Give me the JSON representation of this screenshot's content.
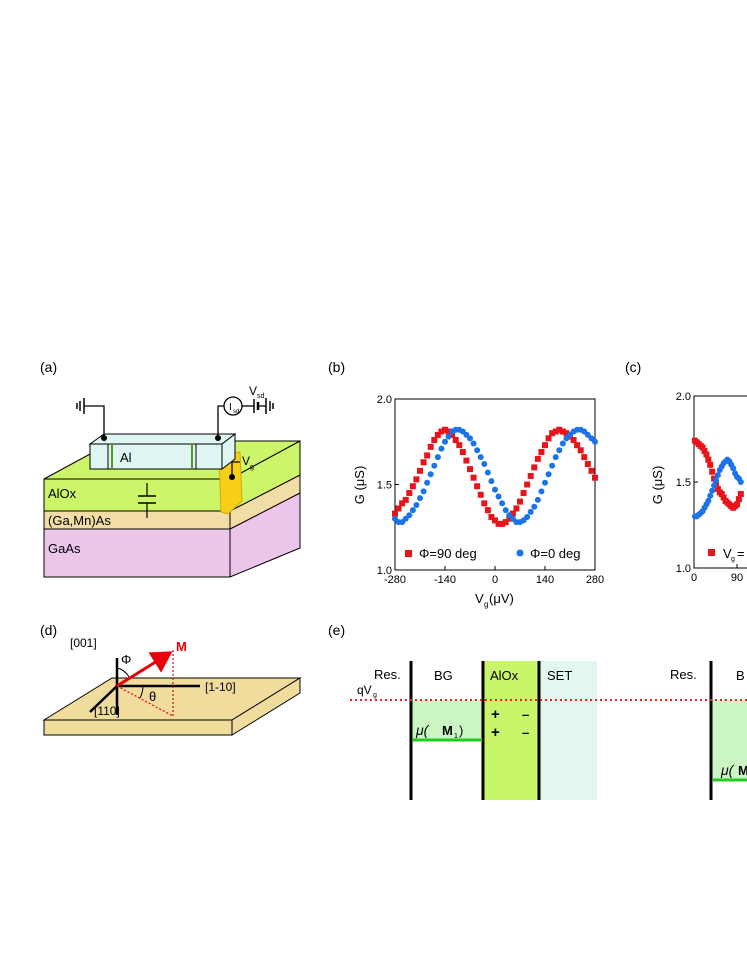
{
  "panels": {
    "a": {
      "label": "(a)",
      "vsd": "V",
      "vsd_sub": "sd",
      "isd": "I",
      "isd_sub": "sd",
      "vg": "V",
      "vg_sub": "g",
      "al": "Al",
      "layers": [
        "AlOx",
        "(Ga,Mn)As",
        "GaAs"
      ],
      "colors": {
        "alox": "#ccf56a",
        "gamnas": "#f3dda6",
        "gaas": "#ebc6ea",
        "al": "#dff5f1",
        "gate": "#f7cf18"
      }
    },
    "b": {
      "label": "(b)",
      "legend_red": "Φ=90 deg",
      "legend_blue": "Φ=0 deg"
    },
    "c": {
      "label": "(c)",
      "legend_red": "V",
      "legend_red_sub": "g",
      "legend_red_rest": "="
    },
    "d": {
      "label": "(d)",
      "axis_001": "[001]",
      "axis_110": "[110]",
      "axis_1m10": "[1-10]",
      "phi": "Φ",
      "theta": "θ",
      "m": "M",
      "colors": {
        "plate": "#f0dc9c",
        "arrow": "#e8000b"
      }
    },
    "e": {
      "label": "(e)",
      "res": "Res.",
      "bg": "BG",
      "alox": "AlOx",
      "set": "SET",
      "res2": "Res.",
      "bg2": "B",
      "qvg": "qV",
      "qvg_sub": "g",
      "mu": "μ(",
      "mu_m": "M",
      "mu_sub1": "1",
      "mu_close": ")",
      "mu2": "μ(",
      "mu2_m": "M",
      "plus": "+",
      "minus": "–",
      "colors": {
        "alox": "#c8f56a",
        "set": "#e4f7ef",
        "bg_fill": "#ccf5c4",
        "level": "#22cc22",
        "qvg_line": "#ee2222"
      }
    }
  },
  "chart_data": [
    {
      "type": "scatter",
      "panel": "b",
      "xlabel": "V",
      "xlabel_sub": "g",
      "xlabel_unit": " (μV)",
      "ylabel": "G (μS)",
      "xlim": [
        -280,
        280
      ],
      "ylim": [
        1.0,
        2.0
      ],
      "xticks": [
        "-280",
        "-140",
        "0",
        "140",
        "280"
      ],
      "yticks": [
        "1.0",
        "1.5",
        "2.0"
      ],
      "series": [
        {
          "name": "Φ=90 deg",
          "color": "#e8141c",
          "marker": "square",
          "x": [
            -280,
            -270,
            -260,
            -250,
            -240,
            -230,
            -220,
            -210,
            -200,
            -190,
            -180,
            -170,
            -160,
            -150,
            -140,
            -130,
            -120,
            -110,
            -100,
            -90,
            -80,
            -70,
            -60,
            -50,
            -40,
            -30,
            -20,
            -10,
            0,
            10,
            20,
            30,
            40,
            50,
            60,
            70,
            80,
            90,
            100,
            110,
            120,
            130,
            140,
            150,
            160,
            170,
            180,
            190,
            200,
            210,
            220,
            230,
            240,
            250,
            260,
            270,
            280
          ],
          "y": [
            1.33,
            1.36,
            1.39,
            1.41,
            1.45,
            1.49,
            1.53,
            1.58,
            1.63,
            1.67,
            1.72,
            1.76,
            1.79,
            1.81,
            1.82,
            1.81,
            1.79,
            1.76,
            1.73,
            1.69,
            1.64,
            1.59,
            1.54,
            1.49,
            1.44,
            1.39,
            1.35,
            1.31,
            1.29,
            1.27,
            1.27,
            1.28,
            1.3,
            1.33,
            1.36,
            1.4,
            1.45,
            1.5,
            1.55,
            1.6,
            1.65,
            1.69,
            1.73,
            1.77,
            1.8,
            1.81,
            1.82,
            1.81,
            1.8,
            1.78,
            1.76,
            1.73,
            1.7,
            1.66,
            1.62,
            1.58,
            1.54
          ]
        },
        {
          "name": "Φ=0 deg",
          "color": "#1a73e8",
          "marker": "circle",
          "x": [
            -280,
            -270,
            -260,
            -250,
            -240,
            -230,
            -220,
            -210,
            -200,
            -190,
            -180,
            -170,
            -160,
            -150,
            -140,
            -130,
            -120,
            -110,
            -100,
            -90,
            -80,
            -70,
            -60,
            -50,
            -40,
            -30,
            -20,
            -10,
            0,
            10,
            20,
            30,
            40,
            50,
            60,
            70,
            80,
            90,
            100,
            110,
            120,
            130,
            140,
            150,
            160,
            170,
            180,
            190,
            200,
            210,
            220,
            230,
            240,
            250,
            260,
            270,
            280
          ],
          "y": [
            1.3,
            1.28,
            1.28,
            1.3,
            1.32,
            1.35,
            1.38,
            1.42,
            1.46,
            1.51,
            1.56,
            1.61,
            1.66,
            1.71,
            1.75,
            1.78,
            1.81,
            1.82,
            1.82,
            1.81,
            1.79,
            1.77,
            1.74,
            1.7,
            1.66,
            1.62,
            1.57,
            1.52,
            1.47,
            1.43,
            1.39,
            1.35,
            1.32,
            1.3,
            1.28,
            1.28,
            1.29,
            1.31,
            1.34,
            1.37,
            1.41,
            1.46,
            1.51,
            1.56,
            1.61,
            1.66,
            1.7,
            1.74,
            1.77,
            1.79,
            1.81,
            1.82,
            1.82,
            1.81,
            1.79,
            1.77,
            1.75
          ]
        }
      ]
    },
    {
      "type": "scatter",
      "panel": "c",
      "ylabel": "G (μS)",
      "ylim": [
        1.0,
        2.0
      ],
      "xticks": [
        "0",
        "90"
      ],
      "yticks": [
        "1.0",
        "1.5",
        "2.0"
      ],
      "series": [
        {
          "color": "#e8141c",
          "marker": "square",
          "x": [
            2,
            6,
            10,
            14,
            18,
            22,
            26,
            30,
            34,
            38,
            42,
            46,
            50,
            54,
            58,
            62,
            66,
            70,
            74,
            78,
            82,
            86,
            90,
            94,
            98
          ],
          "y": [
            1.74,
            1.73,
            1.72,
            1.71,
            1.7,
            1.68,
            1.66,
            1.63,
            1.6,
            1.56,
            1.52,
            1.49,
            1.46,
            1.44,
            1.43,
            1.41,
            1.39,
            1.38,
            1.37,
            1.36,
            1.35,
            1.36,
            1.37,
            1.4,
            1.43
          ]
        },
        {
          "color": "#1a73e8",
          "marker": "circle",
          "x": [
            2,
            6,
            10,
            14,
            18,
            22,
            26,
            30,
            34,
            38,
            42,
            46,
            50,
            54,
            58,
            62,
            66,
            70,
            74,
            78,
            82,
            86,
            90,
            94,
            98
          ],
          "y": [
            1.3,
            1.3,
            1.31,
            1.32,
            1.33,
            1.35,
            1.37,
            1.39,
            1.42,
            1.45,
            1.48,
            1.51,
            1.54,
            1.57,
            1.59,
            1.61,
            1.62,
            1.63,
            1.62,
            1.6,
            1.58,
            1.55,
            1.53,
            1.52,
            1.5
          ]
        }
      ]
    }
  ]
}
